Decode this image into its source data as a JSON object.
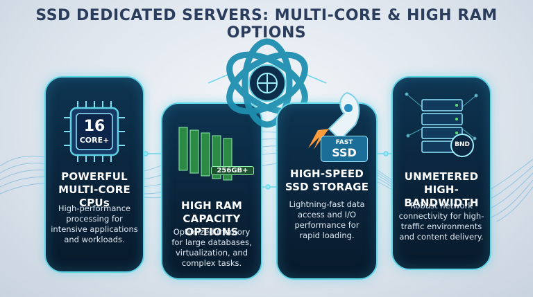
{
  "title": "SSD DEDICATED SERVERS: MULTI-CORE & HIGH RAM OPTIONS",
  "cards": [
    {
      "heading_line1": "POWERFUL",
      "heading_line2": "MULTI-CORE CPUs",
      "body_lines": [
        "High-performance",
        "processing for",
        "intensive applications",
        "and workloads."
      ],
      "icon": "cpu-chip-icon",
      "icon_text_top": "16",
      "icon_text_bottom": "CORE+"
    },
    {
      "heading_line1": "HIGH RAM",
      "heading_line2": "CAPACITY OPTIONS",
      "body_lines": [
        "Optimized memory",
        "for large databases,",
        "virtualization, and",
        "complex tasks."
      ],
      "icon": "ram-modules-icon",
      "icon_text": "256GB+"
    },
    {
      "heading_line1": "HIGH-SPEED",
      "heading_line2": "SSD STORAGE",
      "body_lines": [
        "Lightning-fast data",
        "access and I/O",
        "performance for",
        "rapid loading."
      ],
      "icon": "rocket-ssd-icon",
      "icon_text_top": "FAST",
      "icon_text_bottom": "SSD"
    },
    {
      "heading_line1": "UNMETERED",
      "heading_line2": "HIGH-BANDWIDTH",
      "body_lines": [
        "Robust network",
        "connectivity for high-",
        "traffic environments",
        "and content delivery."
      ],
      "icon": "server-rack-icon",
      "icon_text": "BND"
    }
  ],
  "center_logo": "knot-logo-icon",
  "colors": {
    "title": "#2a3d5c",
    "card_bg": "#0a2238",
    "card_border": "#5fd3e6",
    "accent": "#38c6e0",
    "ram_green": "#3fae5a"
  }
}
